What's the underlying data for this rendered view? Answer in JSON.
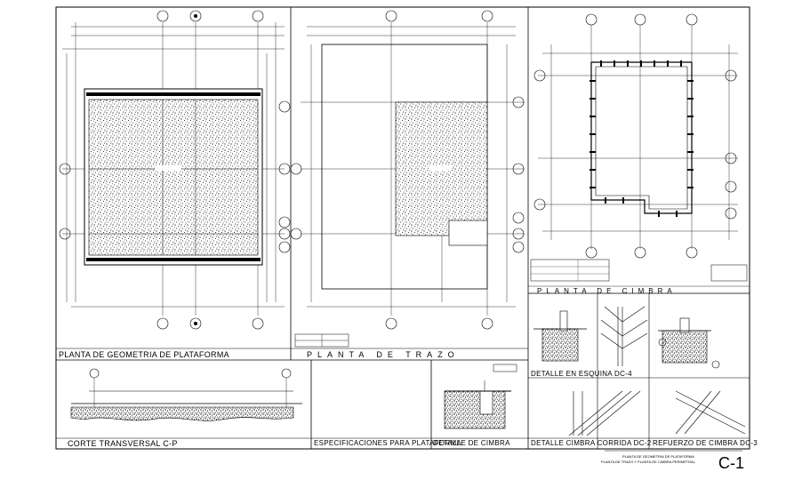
{
  "titles": {
    "platform": "PLANTA DE GEOMETRIA DE PLATAFORMA",
    "trazo": "PLANTA DE TRAZO",
    "cimbra": "PLANTA DE CIMBRA",
    "corte": "CORTE TRANSVERSAL C-P",
    "specs": "ESPECIFICACIONES PARA PLATAFORMA",
    "detail_cimbra": "DETALLE DE CIMBRA",
    "detail_esquina": "DETALLE EN ESQUINA DC-4",
    "detail_corrida": "DETALLE CIMBRA CORRIDA DC-2",
    "refuerzo": "REFUERZO DE CIMBRA DC-3"
  },
  "title_block": {
    "line1": "PLANTA DE GEOMETRIA DE PLATAFORMA",
    "line2": "PLANTA DE TRAZO Y PLANTA DE CIMBRA PERIMETRAL",
    "sheet_id": "C-1"
  },
  "colors": {
    "ink": "#000000",
    "paper": "#ffffff"
  }
}
